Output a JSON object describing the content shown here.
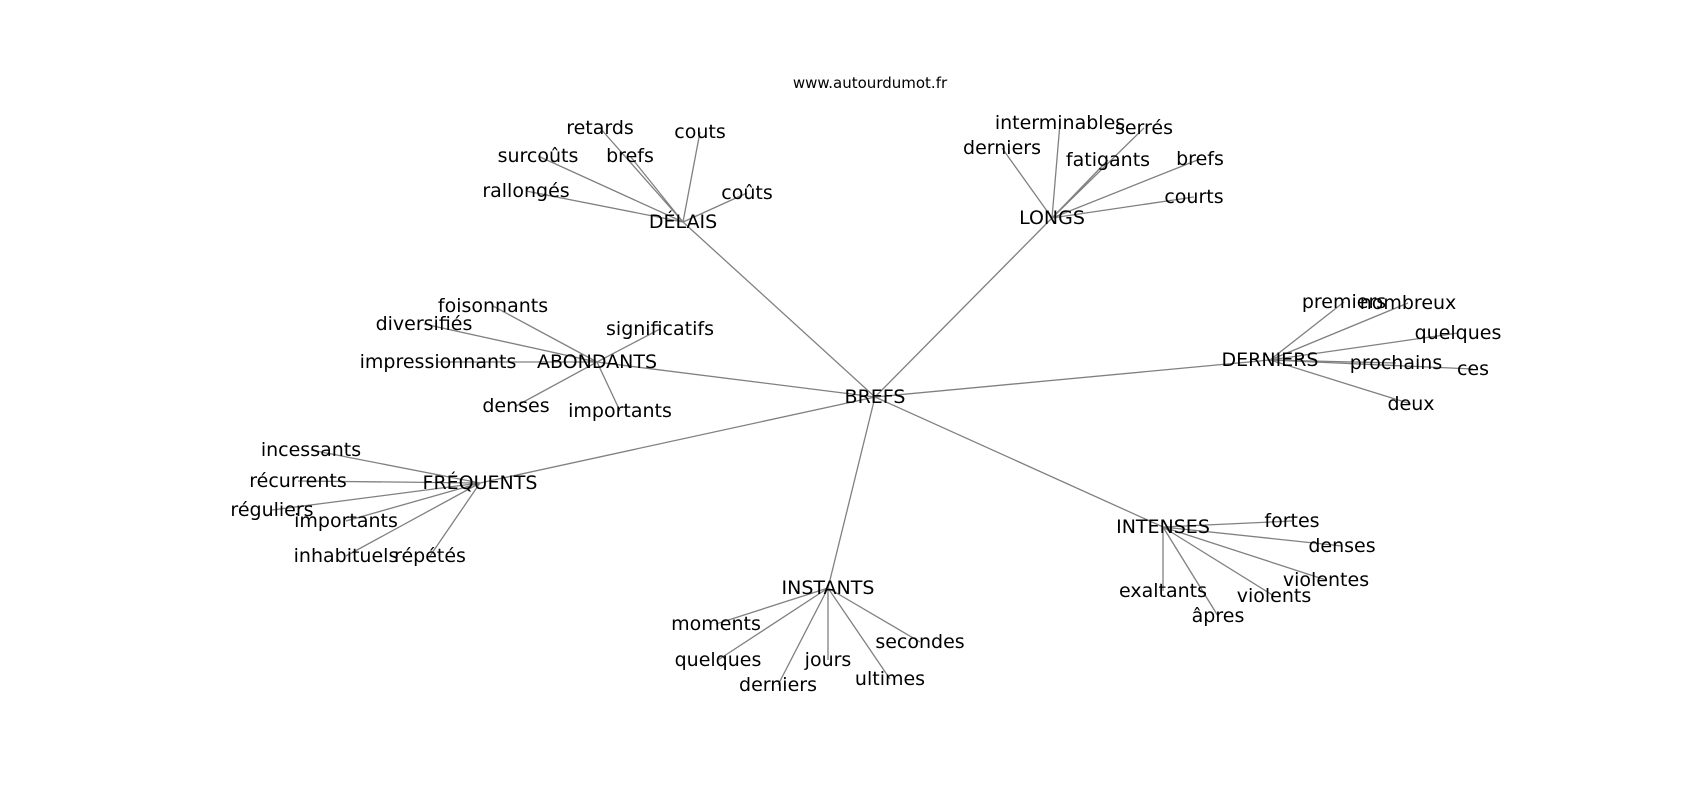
{
  "header": {
    "source": "www.autourdumot.fr"
  },
  "center": {
    "label": "BREFS"
  },
  "hubs": [
    {
      "label": "DÉLAIS",
      "leaves": [
        "retards",
        "couts",
        "surcoûts",
        "brefs",
        "rallongés",
        "coûts"
      ]
    },
    {
      "label": "LONGS",
      "leaves": [
        "interminables",
        "serrés",
        "derniers",
        "fatigants",
        "brefs",
        "courts"
      ]
    },
    {
      "label": "DERNIERS",
      "leaves": [
        "premiers",
        "nombreux",
        "quelques",
        "prochains",
        "ces",
        "deux"
      ]
    },
    {
      "label": "ABONDANTS",
      "leaves": [
        "foisonnants",
        "diversifiés",
        "significatifs",
        "impressionnants",
        "denses",
        "importants"
      ]
    },
    {
      "label": "FRÉQUENTS",
      "leaves": [
        "incessants",
        "récurrents",
        "réguliers",
        "importants",
        "inhabituels",
        "répétés"
      ]
    },
    {
      "label": "INSTANTS",
      "leaves": [
        "moments",
        "secondes",
        "quelques",
        "jours",
        "derniers",
        "ultimes"
      ]
    },
    {
      "label": "INTENSES",
      "leaves": [
        "fortes",
        "denses",
        "violentes",
        "exaltants",
        "violents",
        "âpres"
      ]
    }
  ],
  "colors": {
    "edge": "#808080",
    "text": "#000000",
    "background": "#ffffff"
  }
}
